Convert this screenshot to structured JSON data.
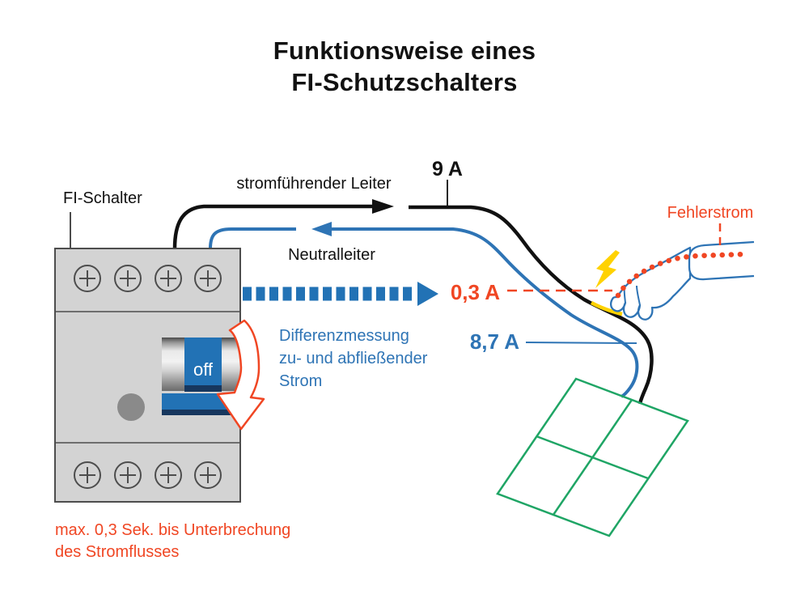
{
  "title": {
    "line1": "Funktionsweise eines",
    "line2": "FI-Schutzschalters"
  },
  "device": {
    "label": "FI-Schalter",
    "switch_state": "off"
  },
  "wires": {
    "live_label": "stromführender Leiter",
    "neutral_label": "Neutralleiter"
  },
  "currents": {
    "incoming": "9 A",
    "fault": "0,3 A",
    "returning": "8,7 A"
  },
  "fault": {
    "label": "Fehlerstrom"
  },
  "measurement": {
    "line1": "Differenzmessung",
    "line2": "zu- und abfließender",
    "line3": "Strom"
  },
  "footnote": {
    "line1": "max. 0,3 Sek. bis Unterbrechung",
    "line2": "des Stromflusses"
  },
  "colors": {
    "blue": "#2e74b5",
    "switch_blue": "#2272b5",
    "navy": "#17375e",
    "red_orange": "#f04623",
    "green": "#1fa565",
    "yellow": "#ffd200",
    "black": "#111111",
    "breaker_gray": "#d3d3d3",
    "breaker_border": "#4d4d4d",
    "button_gray": "#8a8a8a"
  }
}
